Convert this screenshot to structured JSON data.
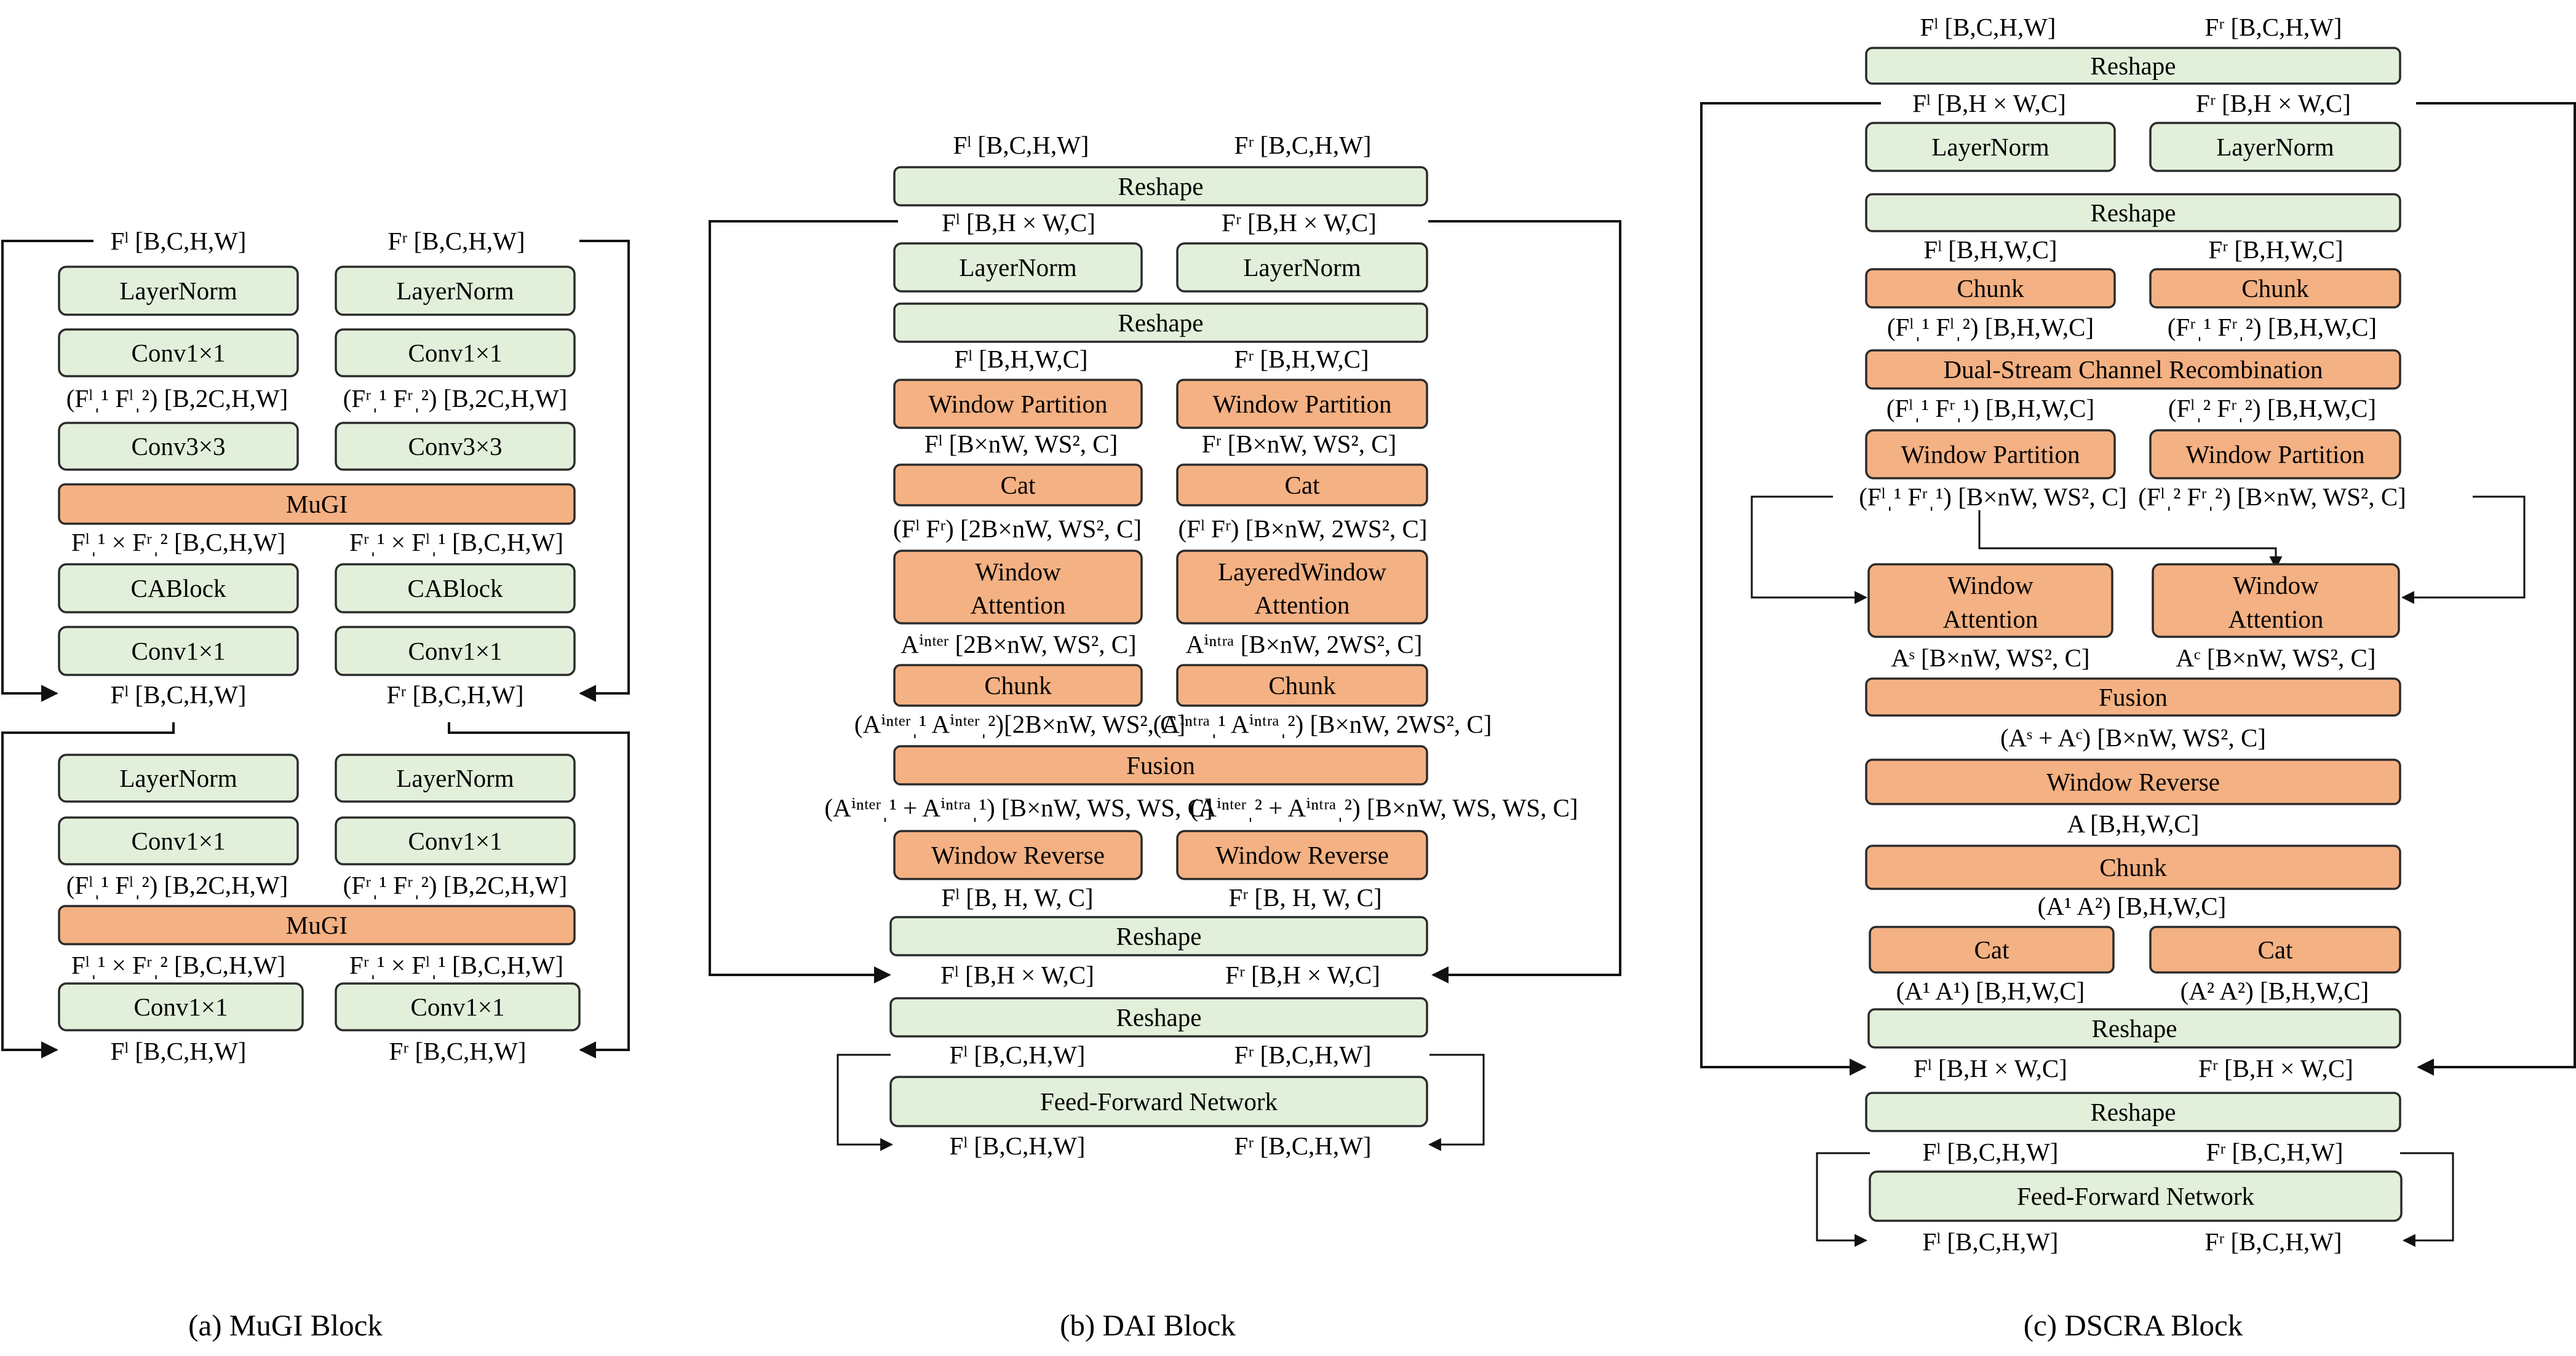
{
  "panel_a": {
    "caption": "(a) MuGI Block",
    "in_l": "Fˡ [B,C,H,W]",
    "in_r": "Fʳ [B,C,H,W]",
    "layernorm": "LayerNorm",
    "conv1x1": "Conv1×1",
    "split_l": "(Fˡˌ¹ Fˡˌ²) [B,2C,H,W]",
    "split_r": "(Fʳˌ¹ Fʳˌ²) [B,2C,H,W]",
    "conv3x3": "Conv3×3",
    "mugi": "MuGI",
    "mix_l": "Fˡˌ¹ × Fʳˌ² [B,C,H,W]",
    "mix_r": "Fʳˌ¹ × Fˡˌ¹ [B,C,H,W]",
    "cablock": "CABlock",
    "out_l": "Fˡ [B,C,H,W]",
    "out_r": "Fʳ [B,C,H,W]"
  },
  "panel_b": {
    "caption": "(b) DAI Block",
    "in_l": "Fˡ [B,C,H,W]",
    "in_r": "Fʳ [B,C,H,W]",
    "reshape": "Reshape",
    "flat_l": "Fˡ [B,H × W,C]",
    "flat_r": "Fʳ [B,H × W,C]",
    "layernorm": "LayerNorm",
    "hwc_l": "Fˡ [B,H,W,C]",
    "hwc_r": "Fʳ [B,H,W,C]",
    "window_partition": "Window Partition",
    "win_l": "Fˡ [B×nW, WS², C]",
    "win_r": "Fʳ [B×nW, WS², C]",
    "cat": "Cat",
    "cat_l": "(Fˡ Fʳ) [2B×nW, WS², C]",
    "cat_r": "(Fˡ Fʳ) [B×nW, 2WS², C]",
    "window_attention_l1": "Window",
    "window_attention_l2": "Attention",
    "layered_attention_l1": "LayeredWindow",
    "layered_attention_l2": "Attention",
    "att_l": "Aⁱⁿᵗᵉʳ [2B×nW, WS², C]",
    "att_r": "Aⁱⁿᵗʳᵃ [B×nW, 2WS², C]",
    "chunk": "Chunk",
    "chunk_l": "(Aⁱⁿᵗᵉʳˌ¹ Aⁱⁿᵗᵉʳˌ²)[2B×nW, WS², C]",
    "chunk_r": "(Aⁱⁿᵗʳᵃˌ¹ Aⁱⁿᵗʳᵃˌ²) [B×nW, 2WS², C]",
    "fusion": "Fusion",
    "fus_l": "(Aⁱⁿᵗᵉʳˌ¹ + Aⁱⁿᵗʳᵃˌ¹) [B×nW, WS, WS, C]",
    "fus_r": "(Aⁱⁿᵗᵉʳˌ² + Aⁱⁿᵗʳᵃˌ²) [B×nW, WS, WS, C]",
    "window_reverse": "Window Reverse",
    "rev_l": "Fˡ [B, H, W, C]",
    "rev_r": "Fʳ [B, H, W, C]",
    "bchw_l": "Fˡ [B,C,H,W]",
    "bchw_r": "Fʳ [B,C,H,W]",
    "ffn": "Feed-Forward Network"
  },
  "panel_c": {
    "caption": "(c) DSCRA Block",
    "in_l": "Fˡ [B,C,H,W]",
    "in_r": "Fʳ [B,C,H,W]",
    "reshape": "Reshape",
    "flat_l": "Fˡ [B,H × W,C]",
    "flat_r": "Fʳ [B,H × W,C]",
    "layernorm": "LayerNorm",
    "hwc_l": "Fˡ [B,H,W,C]",
    "hwc_r": "Fʳ [B,H,W,C]",
    "chunk": "Chunk",
    "chunk_l": "(Fˡˌ¹ Fˡˌ²) [B,H,W,C]",
    "chunk_r": "(Fʳˌ¹ Fʳˌ²) [B,H,W,C]",
    "dscr": "Dual-Stream Channel Recombination",
    "rec_l": "(Fˡˌ¹ Fʳˌ¹) [B,H,W,C]",
    "rec_r": "(Fˡˌ² Fʳˌ²) [B,H,W,C]",
    "window_partition": "Window Partition",
    "wp_l": "(Fˡˌ¹ Fʳˌ¹) [B×nW, WS², C]",
    "wp_r": "(Fˡˌ² Fʳˌ²) [B×nW, WS², C]",
    "window_attention_l1": "Window",
    "window_attention_l2": "Attention",
    "att_l": "Aˢ [B×nW, WS², C]",
    "att_r": "Aᶜ [B×nW, WS², C]",
    "fusion": "Fusion",
    "fus": "(Aˢ + Aᶜ) [B×nW, WS², C]",
    "window_reverse": "Window Reverse",
    "rev": "A [B,H,W,C]",
    "chunk2": "(A¹ A²) [B,H,W,C]",
    "cat": "Cat",
    "cat_l": "(A¹ A¹) [B,H,W,C]",
    "cat_r": "(A² A²) [B,H,W,C]",
    "bchw_l": "Fˡ [B,C,H,W]",
    "bchw_r": "Fʳ [B,C,H,W]",
    "ffn": "Feed-Forward Network"
  }
}
